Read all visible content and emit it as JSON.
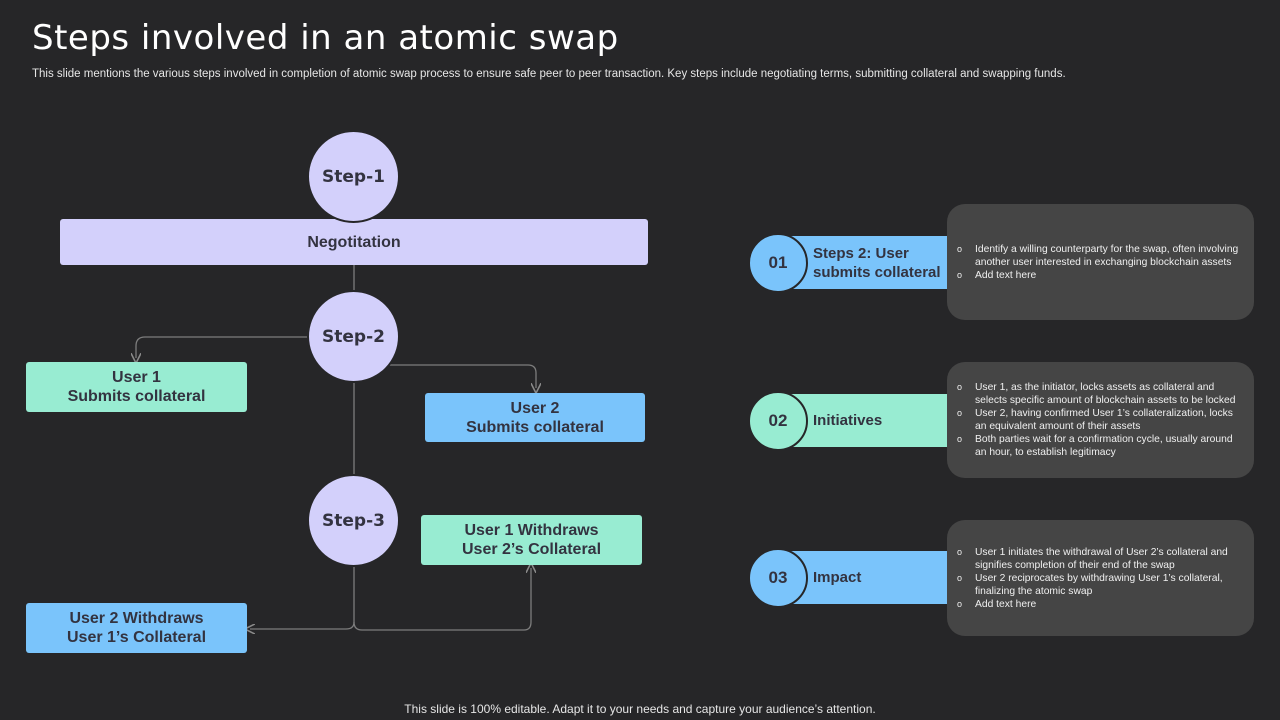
{
  "header": {
    "title": "Steps involved in an atomic swap",
    "subtitle": "This slide mentions the various steps involved in completion of atomic swap process to ensure safe peer to peer transaction. Key steps include negotiating terms, submitting collateral and swapping funds."
  },
  "flow": {
    "step1": "Step-1",
    "negotiation": "Negotitation",
    "step2": "Step-2",
    "user1_submits": [
      "User 1",
      "Submits collateral"
    ],
    "user2_submits": [
      "User 2",
      "Submits collateral"
    ],
    "step3": "Step-3",
    "user1_withdraws": [
      "User 1 Withdraws",
      "User 2’s Collateral"
    ],
    "user2_withdraws": [
      "User 2 Withdraws",
      "User 1’s Collateral"
    ]
  },
  "details": [
    {
      "number": "01",
      "label": [
        "Steps 2: User",
        "submits collateral"
      ],
      "bullets": [
        "Identify a willing counterparty for the swap, often involving another user interested in exchanging blockchain assets",
        "Add text here"
      ]
    },
    {
      "number": "02",
      "label": [
        "Initiatives"
      ],
      "bullets": [
        "User 1, as the initiator, locks  assets as collateral and selects specific amount of blockchain assets to  be locked",
        "User 2, having confirmed User 1’s collateralization, locks an equivalent amount of their assets",
        "Both parties wait for a confirmation cycle, usually around an hour, to establish legitimacy"
      ]
    },
    {
      "number": "03",
      "label": [
        "Impact"
      ],
      "bullets": [
        "User 1 initiates the withdrawal of User 2’s collateral and signifies completion of their end of the swap",
        "User 2 reciprocates by withdrawing User 1’s collateral, finalizing the atomic swap",
        "Add text here"
      ]
    }
  ],
  "footer": "This slide is 100% editable. Adapt it to your needs and capture your audience’s attention.",
  "colors": {
    "background": "#262628",
    "lavender": "#d3d0fb",
    "mint": "#98ecd2",
    "blue": "#7ac4fb",
    "card": "#454545"
  }
}
